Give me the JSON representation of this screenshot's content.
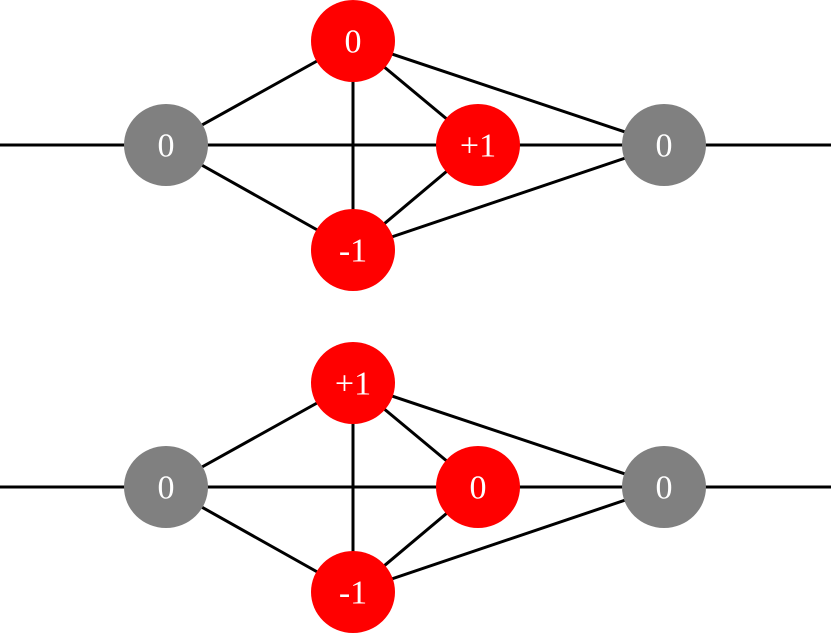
{
  "colors": {
    "boundary_node": "#808080",
    "inner_node": "#ff0000",
    "edge": "#000000",
    "label": "#ffffff"
  },
  "diagrams": [
    {
      "nodes": [
        {
          "id": "left",
          "label": "0",
          "kind": "boundary"
        },
        {
          "id": "top",
          "label": "0",
          "kind": "inner"
        },
        {
          "id": "middle",
          "label": "+1",
          "kind": "inner"
        },
        {
          "id": "bottom",
          "label": "-1",
          "kind": "inner"
        },
        {
          "id": "right",
          "label": "0",
          "kind": "boundary"
        }
      ],
      "edges": [
        [
          "left",
          "top"
        ],
        [
          "left",
          "middle"
        ],
        [
          "left",
          "bottom"
        ],
        [
          "top",
          "bottom"
        ],
        [
          "top",
          "middle"
        ],
        [
          "top",
          "right"
        ],
        [
          "middle",
          "right"
        ],
        [
          "bottom",
          "middle"
        ],
        [
          "bottom",
          "right"
        ]
      ]
    },
    {
      "nodes": [
        {
          "id": "left",
          "label": "0",
          "kind": "boundary"
        },
        {
          "id": "top",
          "label": "+1",
          "kind": "inner"
        },
        {
          "id": "middle",
          "label": "0",
          "kind": "inner"
        },
        {
          "id": "bottom",
          "label": "-1",
          "kind": "inner"
        },
        {
          "id": "right",
          "label": "0",
          "kind": "boundary"
        }
      ],
      "edges": [
        [
          "left",
          "top"
        ],
        [
          "left",
          "middle"
        ],
        [
          "left",
          "bottom"
        ],
        [
          "top",
          "bottom"
        ],
        [
          "top",
          "middle"
        ],
        [
          "top",
          "right"
        ],
        [
          "middle",
          "right"
        ],
        [
          "bottom",
          "middle"
        ],
        [
          "bottom",
          "right"
        ]
      ]
    }
  ]
}
